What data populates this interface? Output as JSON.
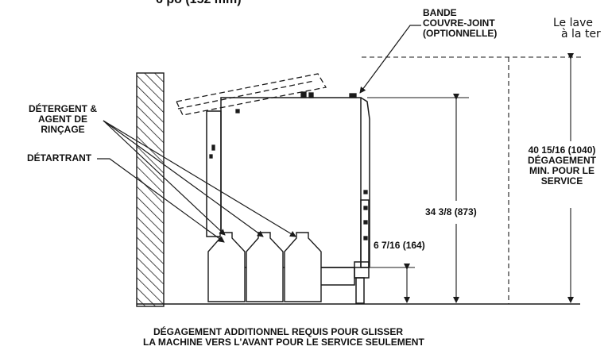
{
  "fragments": {
    "top_left": "6 po (152 mm)",
    "top_right_line1": "Le lave",
    "top_right_line2": "à la ter"
  },
  "labels": {
    "bande": [
      "BANDE",
      "COUVRE-JOINT",
      "(OPTIONNELLE)"
    ],
    "detergent": [
      "DÉTERGENT &",
      "AGENT DE",
      "RINÇAGE"
    ],
    "detartrant": "DÉTARTRANT",
    "dim_service": [
      "40 15/16 (1040)",
      "DÉGAGEMENT",
      "MIN. POUR LE",
      "SERVICE"
    ],
    "dim_height": "34 3/8 (873)",
    "dim_leg": "6 7/16 (164)",
    "footer": [
      "DÉGAGEMENT ADDITIONNEL REQUIS POUR GLISSER",
      "LA MACHINE VERS L'AVANT POUR LE SERVICE SEULEMENT"
    ]
  },
  "colors": {
    "line": "#1a1a1a",
    "background": "#ffffff"
  }
}
